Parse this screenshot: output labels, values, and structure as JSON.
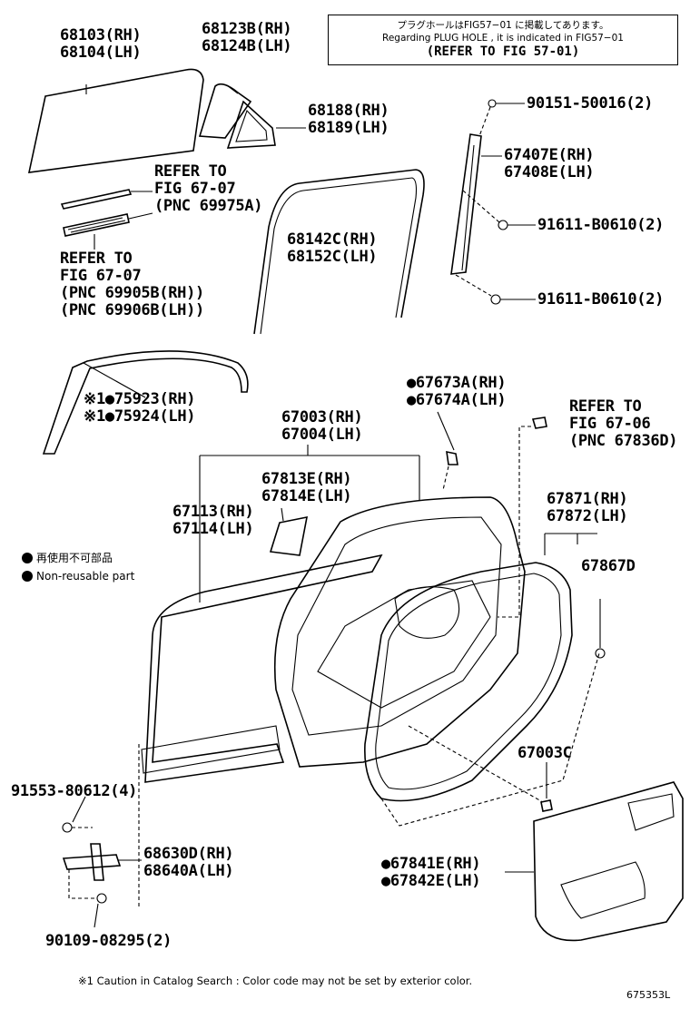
{
  "note_box": {
    "japanese": "プラグホールはFIG57−01 に掲載してあります。",
    "english": "Regarding  PLUG HOLE , it is indicated in  FIG57−01",
    "refer": "(REFER TO FIG 57-01)"
  },
  "parts": {
    "p68103": "68103(RH)",
    "p68104": "68104(LH)",
    "p68123b": "68123B(RH)",
    "p68124b": "68124B(LH)",
    "p68188": "68188(RH)",
    "p68189": "68189(LH)",
    "p90151": "90151-50016(2)",
    "p67407e": "67407E(RH)",
    "p67408e": "67408E(LH)",
    "p91611a": "91611-B0610(2)",
    "p91611b": "91611-B0610(2)",
    "p68142c": "68142C(RH)",
    "p68152c": "68152C(LH)",
    "p75923": "※1●75923(RH)",
    "p75924": "※1●75924(LH)",
    "p67673a": "●67673A(RH)",
    "p67674a": "●67674A(LH)",
    "p67003": "67003(RH)",
    "p67004": "67004(LH)",
    "p67813e": "67813E(RH)",
    "p67814e": "67814E(LH)",
    "p67113": "67113(RH)",
    "p67114": "67114(LH)",
    "p67871": "67871(RH)",
    "p67872": "67872(LH)",
    "p67867d": "67867D",
    "p67003c": "67003C",
    "p91553": "91553-80612(4)",
    "p68630d": "68630D(RH)",
    "p68640a": "68640A(LH)",
    "p67841e": "●67841E(RH)",
    "p67842e": "●67842E(LH)",
    "p90109": "90109-08295(2)"
  },
  "refers": {
    "r1_l1": "REFER TO",
    "r1_l2": "FIG 67-07",
    "r1_l3": "(PNC 69975A)",
    "r2_l1": "REFER TO",
    "r2_l2": "FIG 67-07",
    "r2_l3": "(PNC 69905B(RH))",
    "r2_l4": "(PNC 69906B(LH))",
    "r3_l1": "REFER TO",
    "r3_l2": "FIG 67-06",
    "r3_l3": "(PNC 67836D)"
  },
  "legend": {
    "jp": "再使用不可部品",
    "en": "Non-reusable part"
  },
  "footer": "※1 Caution in Catalog Search : Color code may not be set by exterior color.",
  "figure_number": "675353L"
}
